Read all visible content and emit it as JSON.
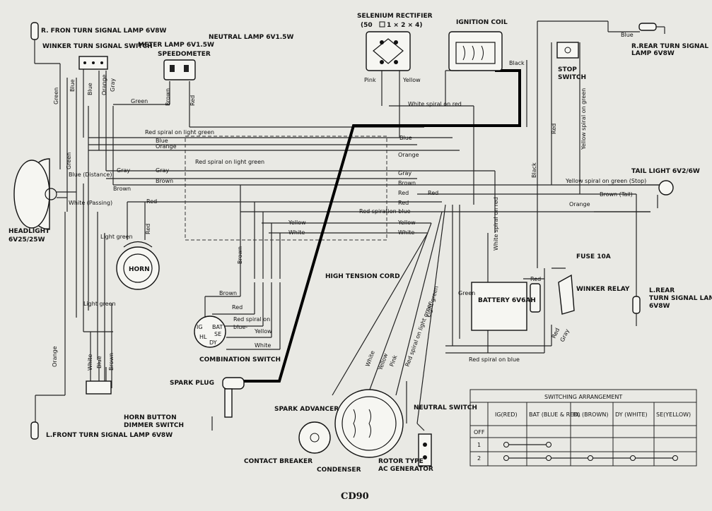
{
  "title": "CD90",
  "components": {
    "r_front_turn": "R. FRON TURN SIGNAL LAMP 6V8W",
    "winker_switch": "WINKER TURN SIGNAL SWITCH",
    "meter_lamp": "METER LAMP 6V1.5W",
    "speedometer": "SPEEDOMETER",
    "neutral_lamp": "NEUTRAL LAMP 6V1.5W",
    "selenium_rectifier": "SELENIUM RECTIFIER",
    "rectifier_spec": "(50",
    "rectifier_spec2": "1 × 2 × 4)",
    "ignition_coil": "IGNITION COIL",
    "stop_switch_1": "STOP",
    "stop_switch_2": "SWITCH",
    "r_rear_turn_1": "R.REAR TURN SIGNAL",
    "r_rear_turn_2": "LAMP 6V8W",
    "headlight_1": "HEADLIGHT",
    "headlight_2": "6V25/25W",
    "horn": "HORN",
    "tail_light": "TAIL LIGHT 6V2/6W",
    "high_tension": "HIGH TENSION CORD",
    "fuse": "FUSE 10A",
    "battery": "BATTERY 6V6AH",
    "winker_relay": "WINKER RELAY",
    "l_rear_turn_1": "L.REAR",
    "l_rear_turn_2": "TURN SIGNAL LAMP",
    "l_rear_turn_3": "6V8W",
    "combination_switch": "COMBINATION SWITCH",
    "spark_plug": "SPARK PLUG",
    "spark_advancer": "SPARK ADVANCER",
    "contact_breaker": "CONTACT BREAKER",
    "condenser": "CONDENSER",
    "rotor_1": "ROTOR TYPE",
    "rotor_2": "AC GENERATOR",
    "neutral_switch": "NEUTRAL SWITCH",
    "horn_button_1": "HORN BUTTON",
    "horn_button_2": "DIMMER SWITCH",
    "l_front_turn": "L.FRONT TURN SIGNAL LAMP 6V8W",
    "comb_ig": "IG",
    "comb_bat": "BAT",
    "comb_se": "SE",
    "comb_hl": "HL",
    "comb_dy": "DY"
  },
  "wires": {
    "blue": "Blue",
    "orange": "Orange",
    "gray": "Gray",
    "green": "Green",
    "brown": "Brown",
    "red": "Red",
    "white": "White",
    "yellow": "Yellow",
    "pink": "Pink",
    "black": "Black",
    "light_green": "Light green",
    "red_spiral_lg": "Red spiral on light green",
    "white_spiral_red": "White spiral on red",
    "red_spiral_blue": "Red spiration blue",
    "red_spiral_on": "Red spiral on",
    "blue_dash": "blue-",
    "red_spiral_on_blue": "Red spiral on blue",
    "white_spiral_red_v": "White spiral on red",
    "yellow_spiral_green": "Yellow spiral on green",
    "yellow_spiral_green_stop": "Yellow spiral on green (Stop)",
    "brown_tail": "Brown (Tail)",
    "blue_distance": "Blue (Distance)",
    "white_passing": "White (Passing)",
    "red_spiral_lg_v": "Red spiral on light green"
  },
  "switching_table": {
    "title": "SWITCHING ARRANGEMENT",
    "columns": [
      "IG(RED)",
      "BAT (BLUE & RED)",
      "HL (BROWN)",
      "DY (WHITE)",
      "SE(YELLOW)"
    ],
    "rows": [
      "OFF",
      "1",
      "2"
    ]
  }
}
